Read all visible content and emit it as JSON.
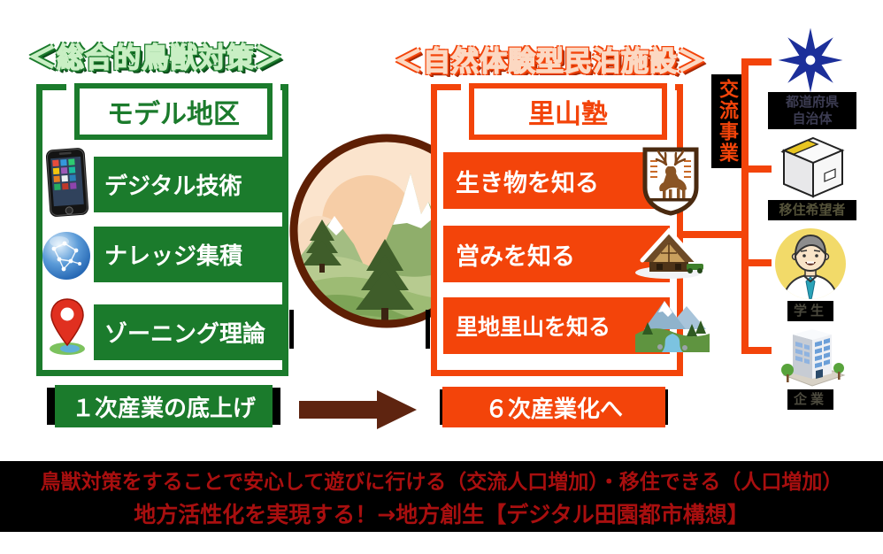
{
  "left_panel": {
    "title": "＜総合的鳥獣対策＞",
    "header": "モデル地区",
    "items": [
      {
        "label": "デジタル技術",
        "icon": "smartphone-icon"
      },
      {
        "label": "ナレッジ集積",
        "icon": "network-globe-icon"
      },
      {
        "label": "ゾーニング理論",
        "icon": "map-pin-icon"
      }
    ],
    "footer": "１次産業の底上げ"
  },
  "right_panel": {
    "title": "＜自然体験型民泊施設＞",
    "header": "里山塾",
    "items": [
      {
        "label": "生き物を知る",
        "icon": "deer-badge-icon"
      },
      {
        "label": "営みを知る",
        "icon": "farmhouse-icon"
      },
      {
        "label": "里地里山を知る",
        "icon": "mountain-river-icon"
      }
    ],
    "footer": "６次産業化へ"
  },
  "exchange": {
    "label": "交流事業",
    "entities": [
      {
        "label_line1": "都道府県",
        "label_line2": "自治体",
        "icon": "star-emblem-icon"
      },
      {
        "label": "移住希望者",
        "icon": "moving-box-icon"
      },
      {
        "label": "学生",
        "icon": "student-icon"
      },
      {
        "label": "企業",
        "icon": "office-building-icon"
      }
    ]
  },
  "banner": {
    "line1": "鳥獣対策をすることで安心して遊びに行ける（交流人口増加）・移住できる（人口増加）",
    "line2": "地方活性化を実現する！→地方創生【デジタル田園都市構想】"
  },
  "colors": {
    "green": "#1b7b2c",
    "orange": "#f3440a",
    "circle_border_brown": "#5e1f04",
    "arrow_brown": "#5e2410",
    "banner_red": "#a80f0f",
    "star_blue": "#1c2f9a"
  }
}
